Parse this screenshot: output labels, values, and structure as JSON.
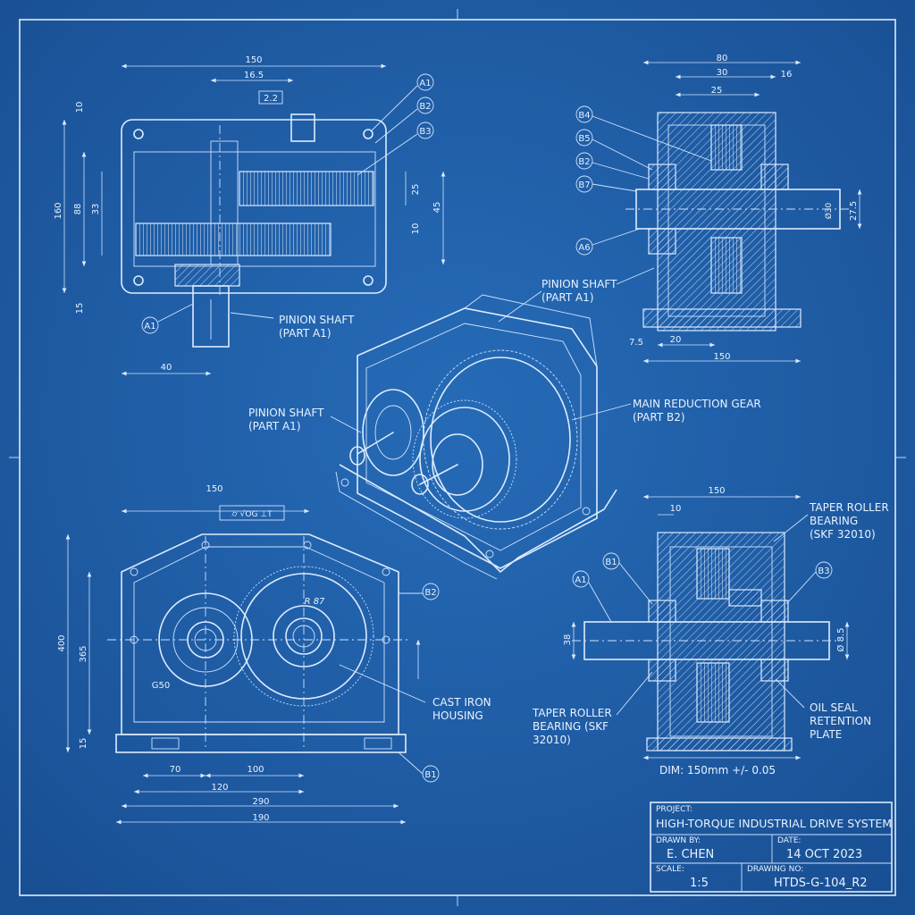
{
  "colors": {
    "paper": "#1f5fa8",
    "line": "#dcebff"
  },
  "top_view": {
    "dims": {
      "overall_width": "150",
      "inner_width": "16.5",
      "tolerance_box": "2.2",
      "height": "160",
      "h_inner1": "88",
      "h_inner2": "33",
      "top": "10",
      "bottom": "15",
      "gear_face": "25",
      "gear_gap": "10",
      "right_h": "45",
      "shaft_len": "40"
    },
    "balloons": [
      "A1",
      "B2",
      "B3",
      "A1"
    ],
    "callout": "PINION SHAFT\n(PART A1)"
  },
  "side_view": {
    "dims": {
      "overall": "80",
      "hub": "30",
      "face": "25",
      "offset": "16",
      "shaft_dia": "Ø30",
      "right_h": "27.5",
      "bottom_off": "7.5",
      "base_h": "20",
      "base_w": "150"
    },
    "balloons": [
      "B4",
      "B5",
      "B2",
      "B7",
      "A6"
    ],
    "callout": "PINION SHAFT\n(PART A1)"
  },
  "iso_view": {
    "callout_left": "PINION SHAFT\n(PART A1)",
    "callout_right": "MAIN REDUCTION GEAR\n(PART B2)"
  },
  "front_view": {
    "dims": {
      "top_width": "150",
      "tolerance_box": "⌭ √OG ⊥T",
      "height": "400",
      "inner_h": "365",
      "bottom": "15",
      "pinion": "G50",
      "radius": "R 87",
      "d1": "70",
      "d2": "100",
      "d3": "120",
      "d4": "290",
      "d5": "190"
    },
    "balloons": [
      "B2",
      "B1"
    ],
    "callout": "CAST IRON\nHOUSING"
  },
  "section_view": {
    "dims": {
      "width": "150",
      "offset": "10",
      "shaft_left": "38",
      "shaft_dia": "Ø 8.5"
    },
    "balloons": [
      "B1",
      "A1",
      "B3"
    ],
    "callout_bearing_top": "TAPER ROLLER\nBEARING\n(SKF 32010)",
    "callout_bearing_bottom": "TAPER ROLLER\nBEARING (SKF\n32010)",
    "callout_seal": "OIL SEAL\nRETENTION\nPLATE",
    "dim_note": "DIM: 150mm +/- 0.05"
  },
  "title_block": {
    "project_label": "PROJECT:",
    "project": "HIGH-TORQUE INDUSTRIAL DRIVE SYSTEM",
    "drawn_label": "DRAWN BY:",
    "drawn": "E. CHEN",
    "date_label": "DATE:",
    "date": "14 OCT 2023",
    "scale_label": "SCALE:",
    "scale": "1:5",
    "drawing_label": "DRAWING NO:",
    "drawing_no": "HTDS-G-104_R2"
  }
}
